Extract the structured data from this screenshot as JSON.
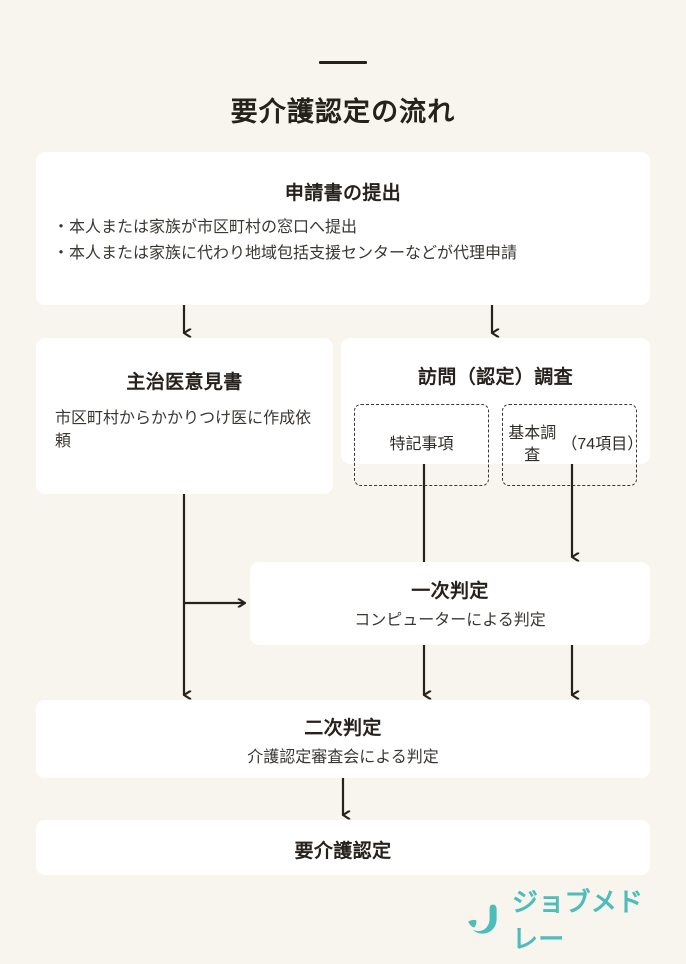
{
  "page": {
    "title": "要介護認定の流れ",
    "background_color": "#f8f5ee",
    "card_color": "#ffffff",
    "text_color": "#26211c",
    "accent_color": "#4cbdb9"
  },
  "flow": {
    "application": {
      "title": "申請書の提出",
      "bullets": [
        "・本人または家族が市区町村の窓口へ提出",
        "・本人または家族に代わり地域包括支援センターなどが代理申請"
      ]
    },
    "doctor_opinion": {
      "title": "主治医意見書",
      "sub": "市区町村からかかりつけ医に作成依頼"
    },
    "visit_survey": {
      "title": "訪問（認定）調査",
      "sub_boxes": [
        {
          "label": "特記事項"
        },
        {
          "label": "基本調査\n（74項目）"
        }
      ]
    },
    "primary_decision": {
      "title": "一次判定",
      "sub": "コンピューターによる判定"
    },
    "secondary_decision": {
      "title": "二次判定",
      "sub": "介護認定審査会による判定"
    },
    "result": {
      "title": "要介護認定"
    }
  },
  "logo": {
    "word": "ジョブメドレー",
    "mark_name": "jobmedley-j-mark",
    "color": "#4cbdb9"
  }
}
